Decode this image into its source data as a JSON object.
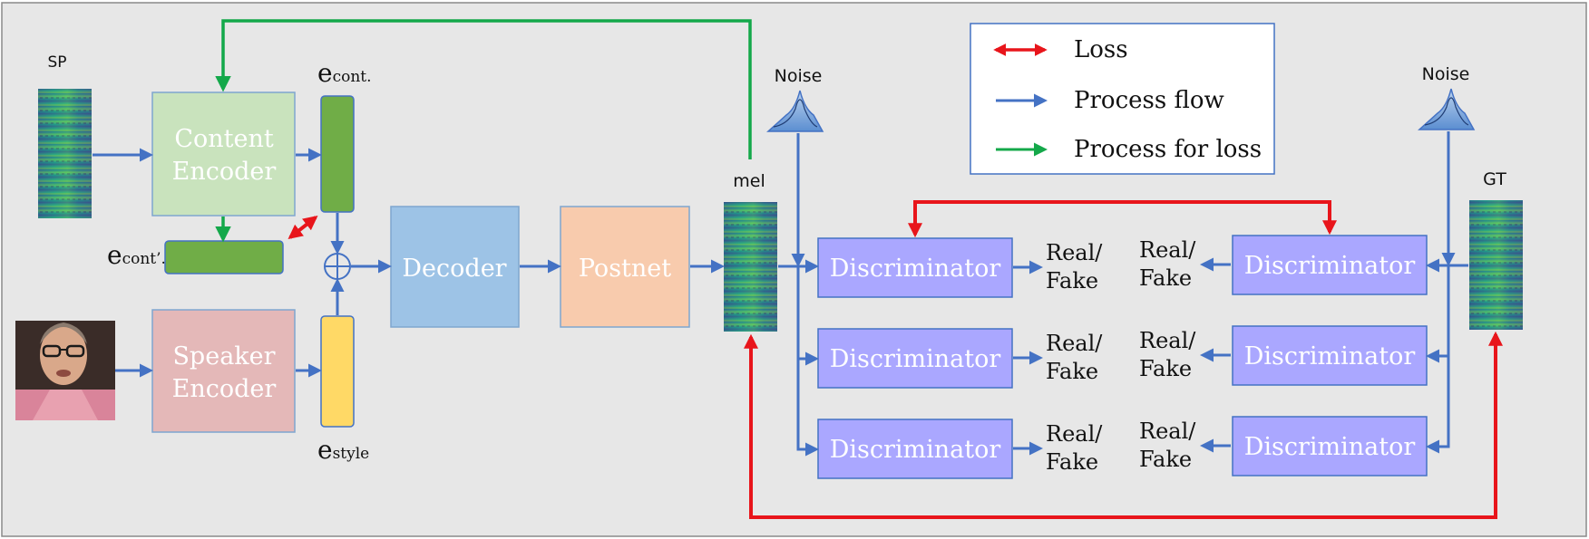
{
  "labels": {
    "sp": "SP",
    "gt": "GT",
    "mel": "mel",
    "noise_left": "Noise",
    "noise_right": "Noise",
    "e_cont_base": "e",
    "e_cont_sub": "cont.",
    "e_contp_base": "e",
    "e_contp_sub": "cont’.",
    "e_style_base": "e",
    "e_style_sub": "style",
    "plus": "⊕"
  },
  "blocks": {
    "content_encoder": [
      "Content",
      "Encoder"
    ],
    "speaker_encoder": [
      "Speaker",
      "Encoder"
    ],
    "decoder": "Decoder",
    "postnet": "Postnet",
    "discriminator": "Discriminator"
  },
  "real_fake": [
    "Real/",
    "Fake"
  ],
  "legend": {
    "items": [
      {
        "label": "Loss",
        "color": "#e8151b"
      },
      {
        "label": "Process flow",
        "color": "#4472c4"
      },
      {
        "label": "Process for loss",
        "color": "#14a84a"
      }
    ]
  },
  "colors": {
    "background": "#e7e7e7",
    "loss": "#e8151b",
    "flow": "#4472c4",
    "process_loss": "#14a84a",
    "content_encoder": "#c9e3bd",
    "speaker_encoder": "#e4b8b8",
    "decoder": "#9dc3e6",
    "postnet": "#f8cbad",
    "discriminator": "#aaa7ff",
    "e_cont": "#70ad47",
    "e_style": "#ffd966"
  }
}
